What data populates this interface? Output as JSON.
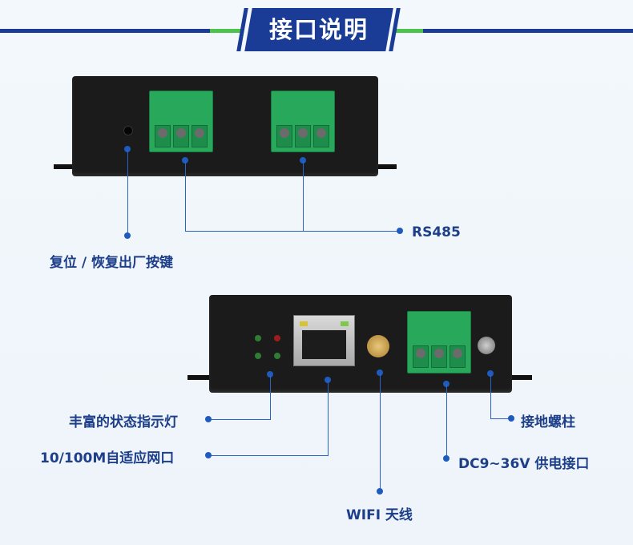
{
  "header": {
    "title": "接口说明"
  },
  "panel_top": {
    "reset_label": "复位 / 恢复出厂按键",
    "rs485_label": "RS485"
  },
  "panel_bottom": {
    "indicator_label": "丰富的状态指示灯",
    "ethernet_label": "10/100M自适应网口",
    "wifi_label": "WIFI 天线",
    "power_label": "DC9~36V 供电接口",
    "ground_label": "接地螺柱"
  },
  "colors": {
    "brand_blue": "#1a3c96",
    "accent_green": "#4cc44c",
    "callout_blue": "#2a63c4"
  }
}
